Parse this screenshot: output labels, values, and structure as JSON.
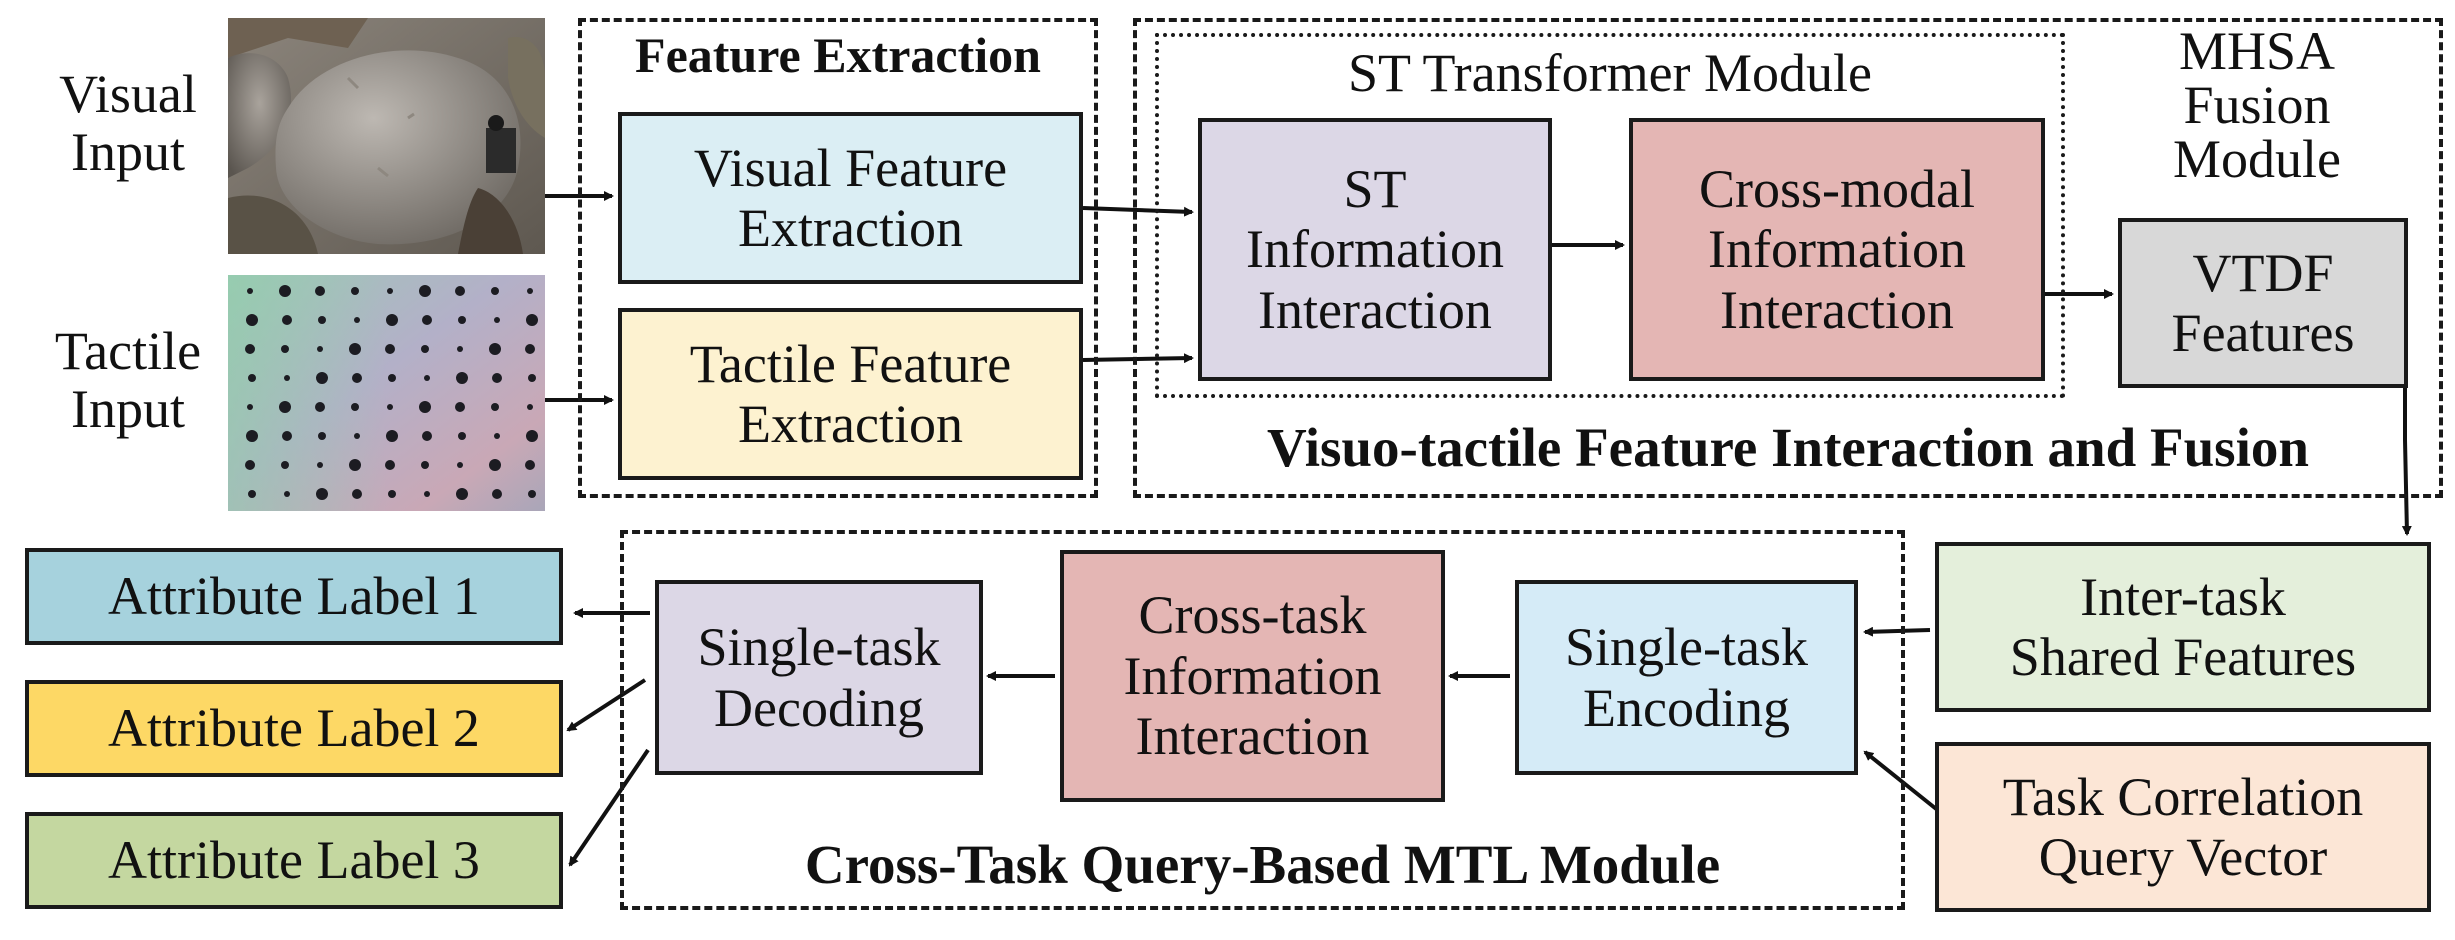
{
  "inputs": {
    "visual": "Visual\nInput",
    "tactile": "Tactile\nInput"
  },
  "feature_extraction": {
    "title": "Feature Extraction",
    "visual": "Visual Feature\nExtraction",
    "tactile": "Tactile Feature\nExtraction"
  },
  "interaction_fusion": {
    "title": "Visuo-tactile Feature Interaction and Fusion",
    "st_module_title": "ST Transformer Module",
    "st_interaction": "ST\nInformation\nInteraction",
    "cross_modal": "Cross-modal\nInformation\nInteraction",
    "mhsa_title": "MHSA\nFusion\nModule",
    "vtdf": "VTDF\nFeatures"
  },
  "mtl": {
    "title": "Cross-Task Query-Based MTL Module",
    "shared_features": "Inter-task\nShared Features",
    "query_vector": "Task Correlation\nQuery Vector",
    "encoding": "Single-task\nEncoding",
    "cross_task": "Cross-task\nInformation\nInteraction",
    "decoding": "Single-task\nDecoding"
  },
  "outputs": {
    "label1": "Attribute Label 1",
    "label2": "Attribute Label 2",
    "label3": "Attribute Label 3"
  },
  "colors": {
    "visual_fe": "#dbeef4",
    "tactile_fe": "#fdf2d0",
    "st_interaction": "#dcd7e6",
    "cross_modal": "#e4b6b4",
    "vtdf": "#d8d8d8",
    "shared_features": "#e4efdb",
    "query_vector": "#fce6d6",
    "encoding": "#d5ebf7",
    "cross_task": "#e4b6b4",
    "decoding": "#dcd7e6",
    "label1": "#a6d2dd",
    "label2": "#fdd865",
    "label3": "#c4d7a0"
  }
}
